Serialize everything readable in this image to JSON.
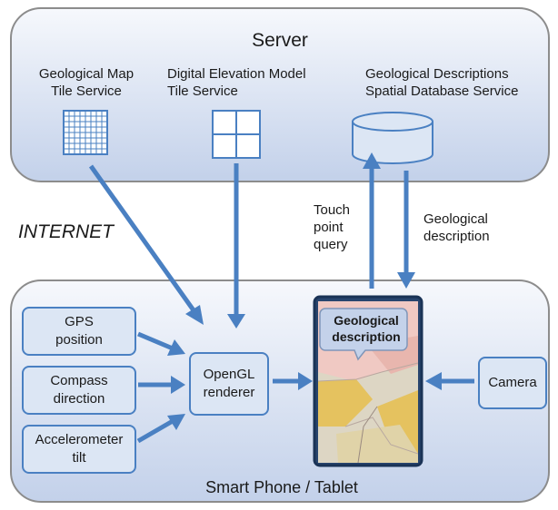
{
  "server": {
    "title": "Server",
    "services": [
      {
        "label": "Geological Map\nTile Service"
      },
      {
        "label": "Digital Elevation Model\nTile Service"
      },
      {
        "label": "Geological Descriptions\nSpatial Database Service"
      }
    ]
  },
  "internet_label": "INTERNET",
  "flows": {
    "touch_query": "Touch\npoint\nquery",
    "geo_description": "Geological\ndescription"
  },
  "device": {
    "title": "Smart Phone / Tablet",
    "inputs": [
      {
        "label": "GPS\nposition"
      },
      {
        "label": "Compass\ndirection"
      },
      {
        "label": "Accelerometer\ntilt"
      }
    ],
    "renderer": "OpenGL\nrenderer",
    "camera": "Camera",
    "callout": "Geological\ndescription"
  },
  "colors": {
    "arrow": "#4a80c2",
    "box_border": "#4a80c2",
    "box_fill": "#dce6f4",
    "panel_border": "#8c8c8c",
    "map_pink": "#f0c9c3",
    "map_yellow": "#e5c25f",
    "map_tan": "#ddd6c4"
  }
}
